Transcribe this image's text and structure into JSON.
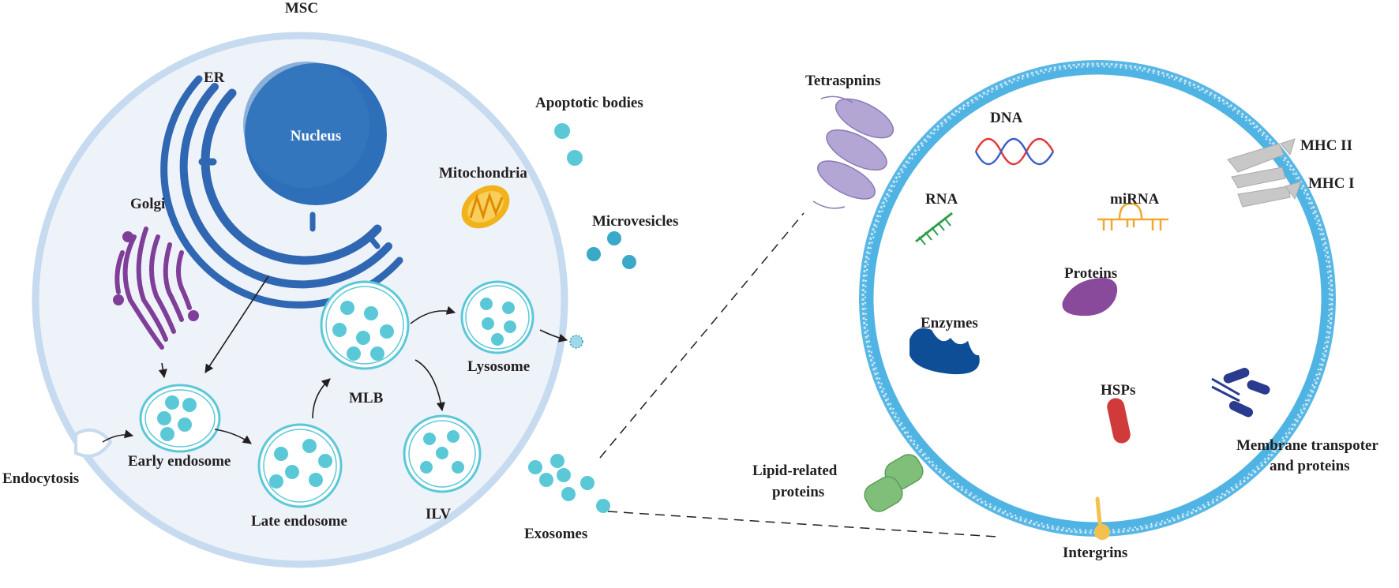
{
  "labels": {
    "msc": "MSC",
    "er": "ER",
    "nucleus": "Nucleus",
    "golgi": "Golgi",
    "mitochondria": "Mitochondria",
    "apoptotic_bodies": "Apoptotic bodies",
    "microvesicles": "Microvesicles",
    "early_endosome": "Early endosome",
    "late_endosome": "Late endosome",
    "mlb": "MLB",
    "lysosome": "Lysosome",
    "ilv": "ILV",
    "endocytosis": "Endocytosis",
    "exosomes": "Exosomes",
    "tetraspnins": "Tetraspnins",
    "dna": "DNA",
    "rna": "RNA",
    "mirna": "miRNA",
    "proteins": "Proteins",
    "enzymes": "Enzymes",
    "hsps": "HSPs",
    "mhc2": "MHC II",
    "mhc1": "MHC I",
    "membrane_transporter_1": "Membrane transpoter",
    "membrane_transporter_2": "and proteins",
    "lipid_related_1": "Lipid-related",
    "lipid_related_2": "proteins",
    "intergrins": "Intergrins"
  },
  "colors": {
    "cell_membrane": "#c6daf0",
    "cell_fill": "#eef2f9",
    "nucleus": "#2d6fb8",
    "er": "#2f67b2",
    "golgi": "#7f3f98",
    "mitochondria": "#f2b21c",
    "vesicle": "#5bc8d8",
    "lipid_head": "#4fb3e3",
    "tetraspanin": "#b3a5d4",
    "mhc": "#c8c8c8",
    "rna": "#2e9e48",
    "mirna": "#f0a830",
    "proteins": "#8a4a9c",
    "enzymes": "#0e4e96",
    "hsps": "#d13a3a",
    "transporter": "#2a3a8f",
    "lipid_protein": "#7fbf7a",
    "integrin": "#f2c14e"
  }
}
